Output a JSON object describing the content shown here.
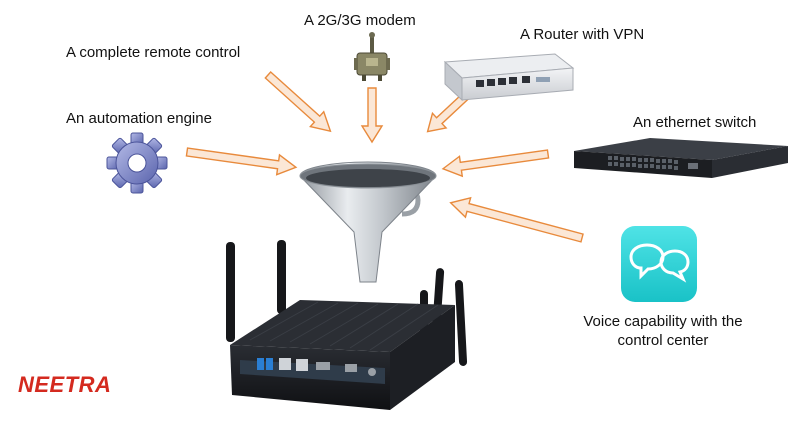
{
  "labels": {
    "modem": "A 2G/3G modem",
    "router": "A Router with VPN",
    "remote_control": "A complete remote control",
    "automation": "An automation engine",
    "switch": "An ethernet switch",
    "voice_line1": "Voice capability with the",
    "voice_line2": "control center"
  },
  "logo": "NEETRA",
  "colors": {
    "arrow_fill": "#fbe7d6",
    "arrow_stroke": "#e88a3c",
    "logo": "#d42a1f",
    "chat_tile": "#1fc9cc",
    "gear": "#7a84c4",
    "device_body": "#1b1d22"
  },
  "icons": {
    "automation": "gear-icon",
    "modem": "modem-icon",
    "router": "router-icon",
    "switch": "ethernet-switch-icon",
    "voice": "chat-bubbles-icon",
    "center": "funnel-icon",
    "device": "edge-gateway-device-icon"
  }
}
